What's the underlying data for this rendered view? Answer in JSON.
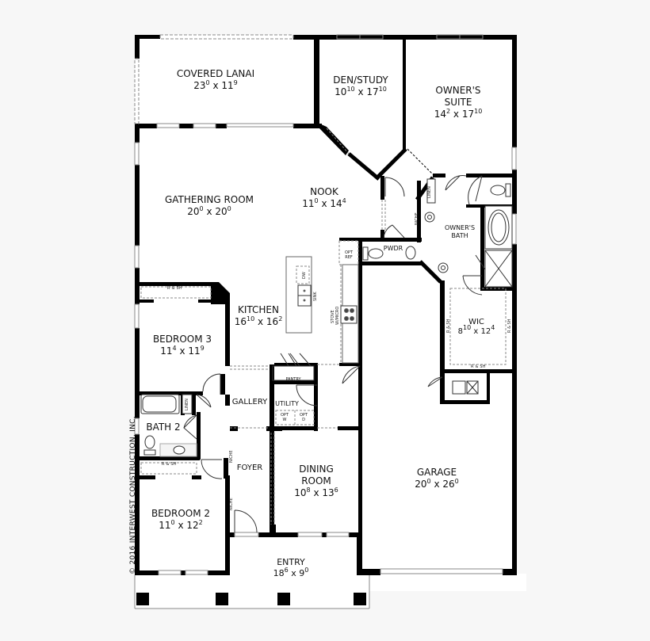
{
  "plan": {
    "copyright": "© 2016 INTERWEST CONSTRUCTION, INC.",
    "rooms": [
      {
        "id": "covered-lanai",
        "name": "COVERED LANAI",
        "w": "23",
        "w_in": "0",
        "d": "11",
        "d_in": "9"
      },
      {
        "id": "den-study",
        "name": "DEN/STUDY",
        "w": "10",
        "w_in": "10",
        "d": "17",
        "d_in": "10"
      },
      {
        "id": "owners-suite",
        "name_line1": "OWNER'S",
        "name_line2": "SUITE",
        "w": "14",
        "w_in": "2",
        "d": "17",
        "d_in": "10"
      },
      {
        "id": "gathering-room",
        "name": "GATHERING ROOM",
        "w": "20",
        "w_in": "0",
        "d": "20",
        "d_in": "0"
      },
      {
        "id": "nook",
        "name": "NOOK",
        "w": "11",
        "w_in": "0",
        "d": "14",
        "d_in": "4"
      },
      {
        "id": "kitchen",
        "name": "KITCHEN",
        "w": "16",
        "w_in": "10",
        "d": "16",
        "d_in": "2"
      },
      {
        "id": "bedroom-3",
        "name": "BEDROOM 3",
        "w": "11",
        "w_in": "4",
        "d": "11",
        "d_in": "9"
      },
      {
        "id": "wic",
        "name": "WIC",
        "w": "8",
        "w_in": "10",
        "d": "12",
        "d_in": "4"
      },
      {
        "id": "garage",
        "name": "GARAGE",
        "w": "20",
        "w_in": "0",
        "d": "26",
        "d_in": "0"
      },
      {
        "id": "dining-room",
        "name_line1": "DINING",
        "name_line2": "ROOM",
        "w": "10",
        "w_in": "8",
        "d": "13",
        "d_in": "6"
      },
      {
        "id": "bedroom-2",
        "name": "BEDROOM 2",
        "w": "11",
        "w_in": "0",
        "d": "12",
        "d_in": "2"
      },
      {
        "id": "entry",
        "name": "ENTRY",
        "w": "18",
        "w_in": "6",
        "d": "9",
        "d_in": "0"
      }
    ],
    "labels": {
      "owners_bath_1": "OWNER'S",
      "owners_bath_2": "BATH",
      "pwdr": "PWDR",
      "gallery": "GALLERY",
      "utility": "UTILITY",
      "pantry": "PANTRY",
      "bath2": "BATH 2",
      "foyer": "FOYER",
      "opt_ref_1": "OPT",
      "opt_ref_2": "REF",
      "dw": "DW",
      "sink": "SINK",
      "stove_1": "STOVE",
      "stove_2": "W/MICRO",
      "linen": "LINEN",
      "niche": "NICHE",
      "rsh": "R & SH",
      "opt_w_1": "OPT",
      "opt_w_2": "W",
      "opt_d_1": "OPT",
      "opt_d_2": "D"
    }
  }
}
